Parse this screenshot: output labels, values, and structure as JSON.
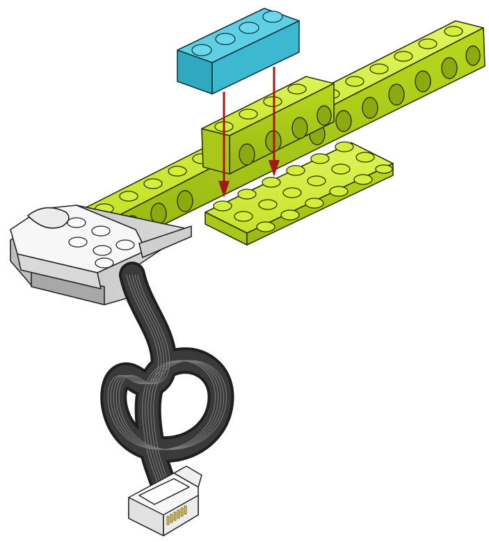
{
  "diagram": {
    "kind": "lego-build-instruction",
    "parts": [
      {
        "id": "brick-1x4",
        "color": "#3cc0d6"
      },
      {
        "id": "technic-beam-long",
        "color": "#c8e62a"
      },
      {
        "id": "technic-beam-short",
        "color": "#c8e62a"
      },
      {
        "id": "plate-4x6",
        "color": "#c8e62a"
      },
      {
        "id": "motion-sensor",
        "color": "#f0f0f0"
      },
      {
        "id": "cable",
        "color": "#2a2a2a"
      },
      {
        "id": "connector-plug",
        "color": "#f4f4f4"
      }
    ],
    "arrows": {
      "count": 2,
      "color": "#a01818"
    }
  }
}
